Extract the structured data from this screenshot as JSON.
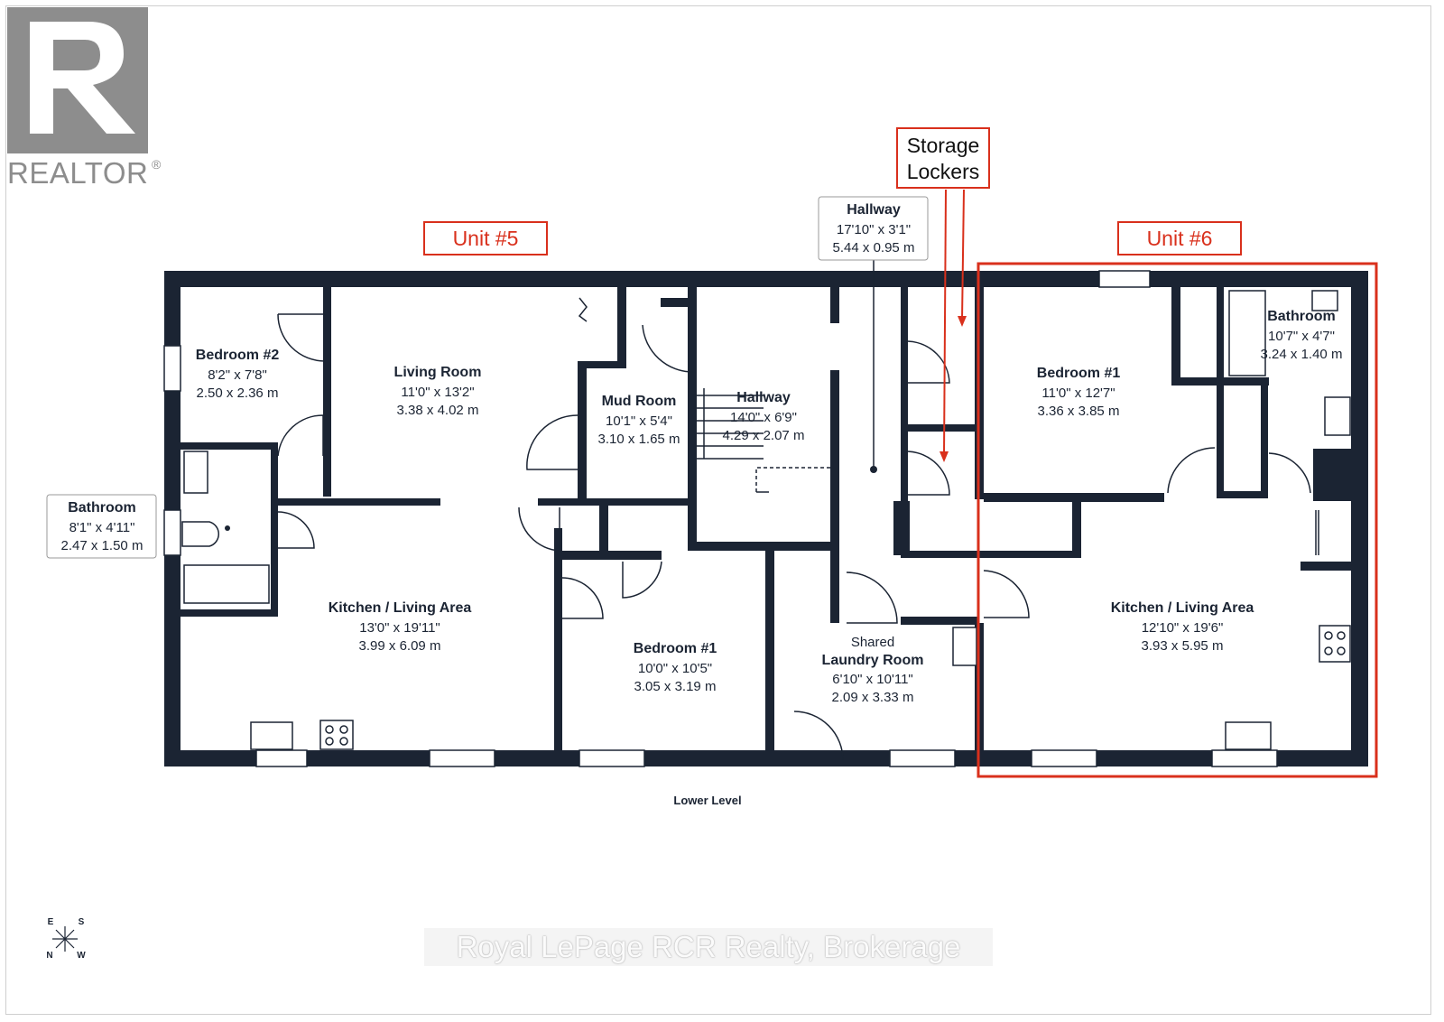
{
  "brand": {
    "logo_letter": "R",
    "logo_text": "REALTOR",
    "registered_mark": "®",
    "logo_color": "#8d8d8d"
  },
  "plan": {
    "level_label": "Lower Level",
    "wall_color": "#1b2433",
    "callout_color": "#d9301c",
    "units": [
      {
        "label": "Unit #5"
      },
      {
        "label": "Unit #6"
      }
    ],
    "storage_label": [
      "Storage",
      "Lockers"
    ],
    "rooms": [
      {
        "name": "Bedroom #2",
        "imperial": "8'2\" x 7'8\"",
        "metric": "2.50 x 2.36 m"
      },
      {
        "name": "Living Room",
        "imperial": "11'0\" x 13'2\"",
        "metric": "3.38 x 4.02 m"
      },
      {
        "name": "Mud Room",
        "imperial": "10'1\" x 5'4\"",
        "metric": "3.10 x 1.65 m"
      },
      {
        "name": "Hallway",
        "imperial": "14'0\" x 6'9\"",
        "metric": "4.29 x 2.07 m"
      },
      {
        "name": "Hallway",
        "imperial": "17'10\" x 3'1\"",
        "metric": "5.44 x 0.95 m"
      },
      {
        "name": "Bathroom",
        "imperial": "8'1\" x 4'11\"",
        "metric": "2.47 x 1.50 m"
      },
      {
        "name": "Kitchen / Living Area",
        "imperial": "13'0\" x 19'11\"",
        "metric": "3.99 x 6.09 m"
      },
      {
        "name": "Bedroom #1",
        "imperial": "10'0\" x 10'5\"",
        "metric": "3.05 x 3.19 m"
      },
      {
        "name": [
          "Shared",
          "Laundry Room"
        ],
        "imperial": "6'10\" x 10'11\"",
        "metric": "2.09 x 3.33 m"
      },
      {
        "name": "Bedroom #1",
        "imperial": "11'0\" x 12'7\"",
        "metric": "3.36 x 3.85 m"
      },
      {
        "name": "Bathroom",
        "imperial": "10'7\" x 4'7\"",
        "metric": "3.24 x 1.40 m"
      },
      {
        "name": "Kitchen / Living Area",
        "imperial": "12'10\" x 19'6\"",
        "metric": "3.93 x 5.95 m"
      }
    ]
  },
  "compass": {
    "top_left": "E",
    "top_right": "S",
    "bottom_left": "N",
    "bottom_right": "W"
  },
  "watermark": "Royal LePage RCR Realty, Brokerage"
}
